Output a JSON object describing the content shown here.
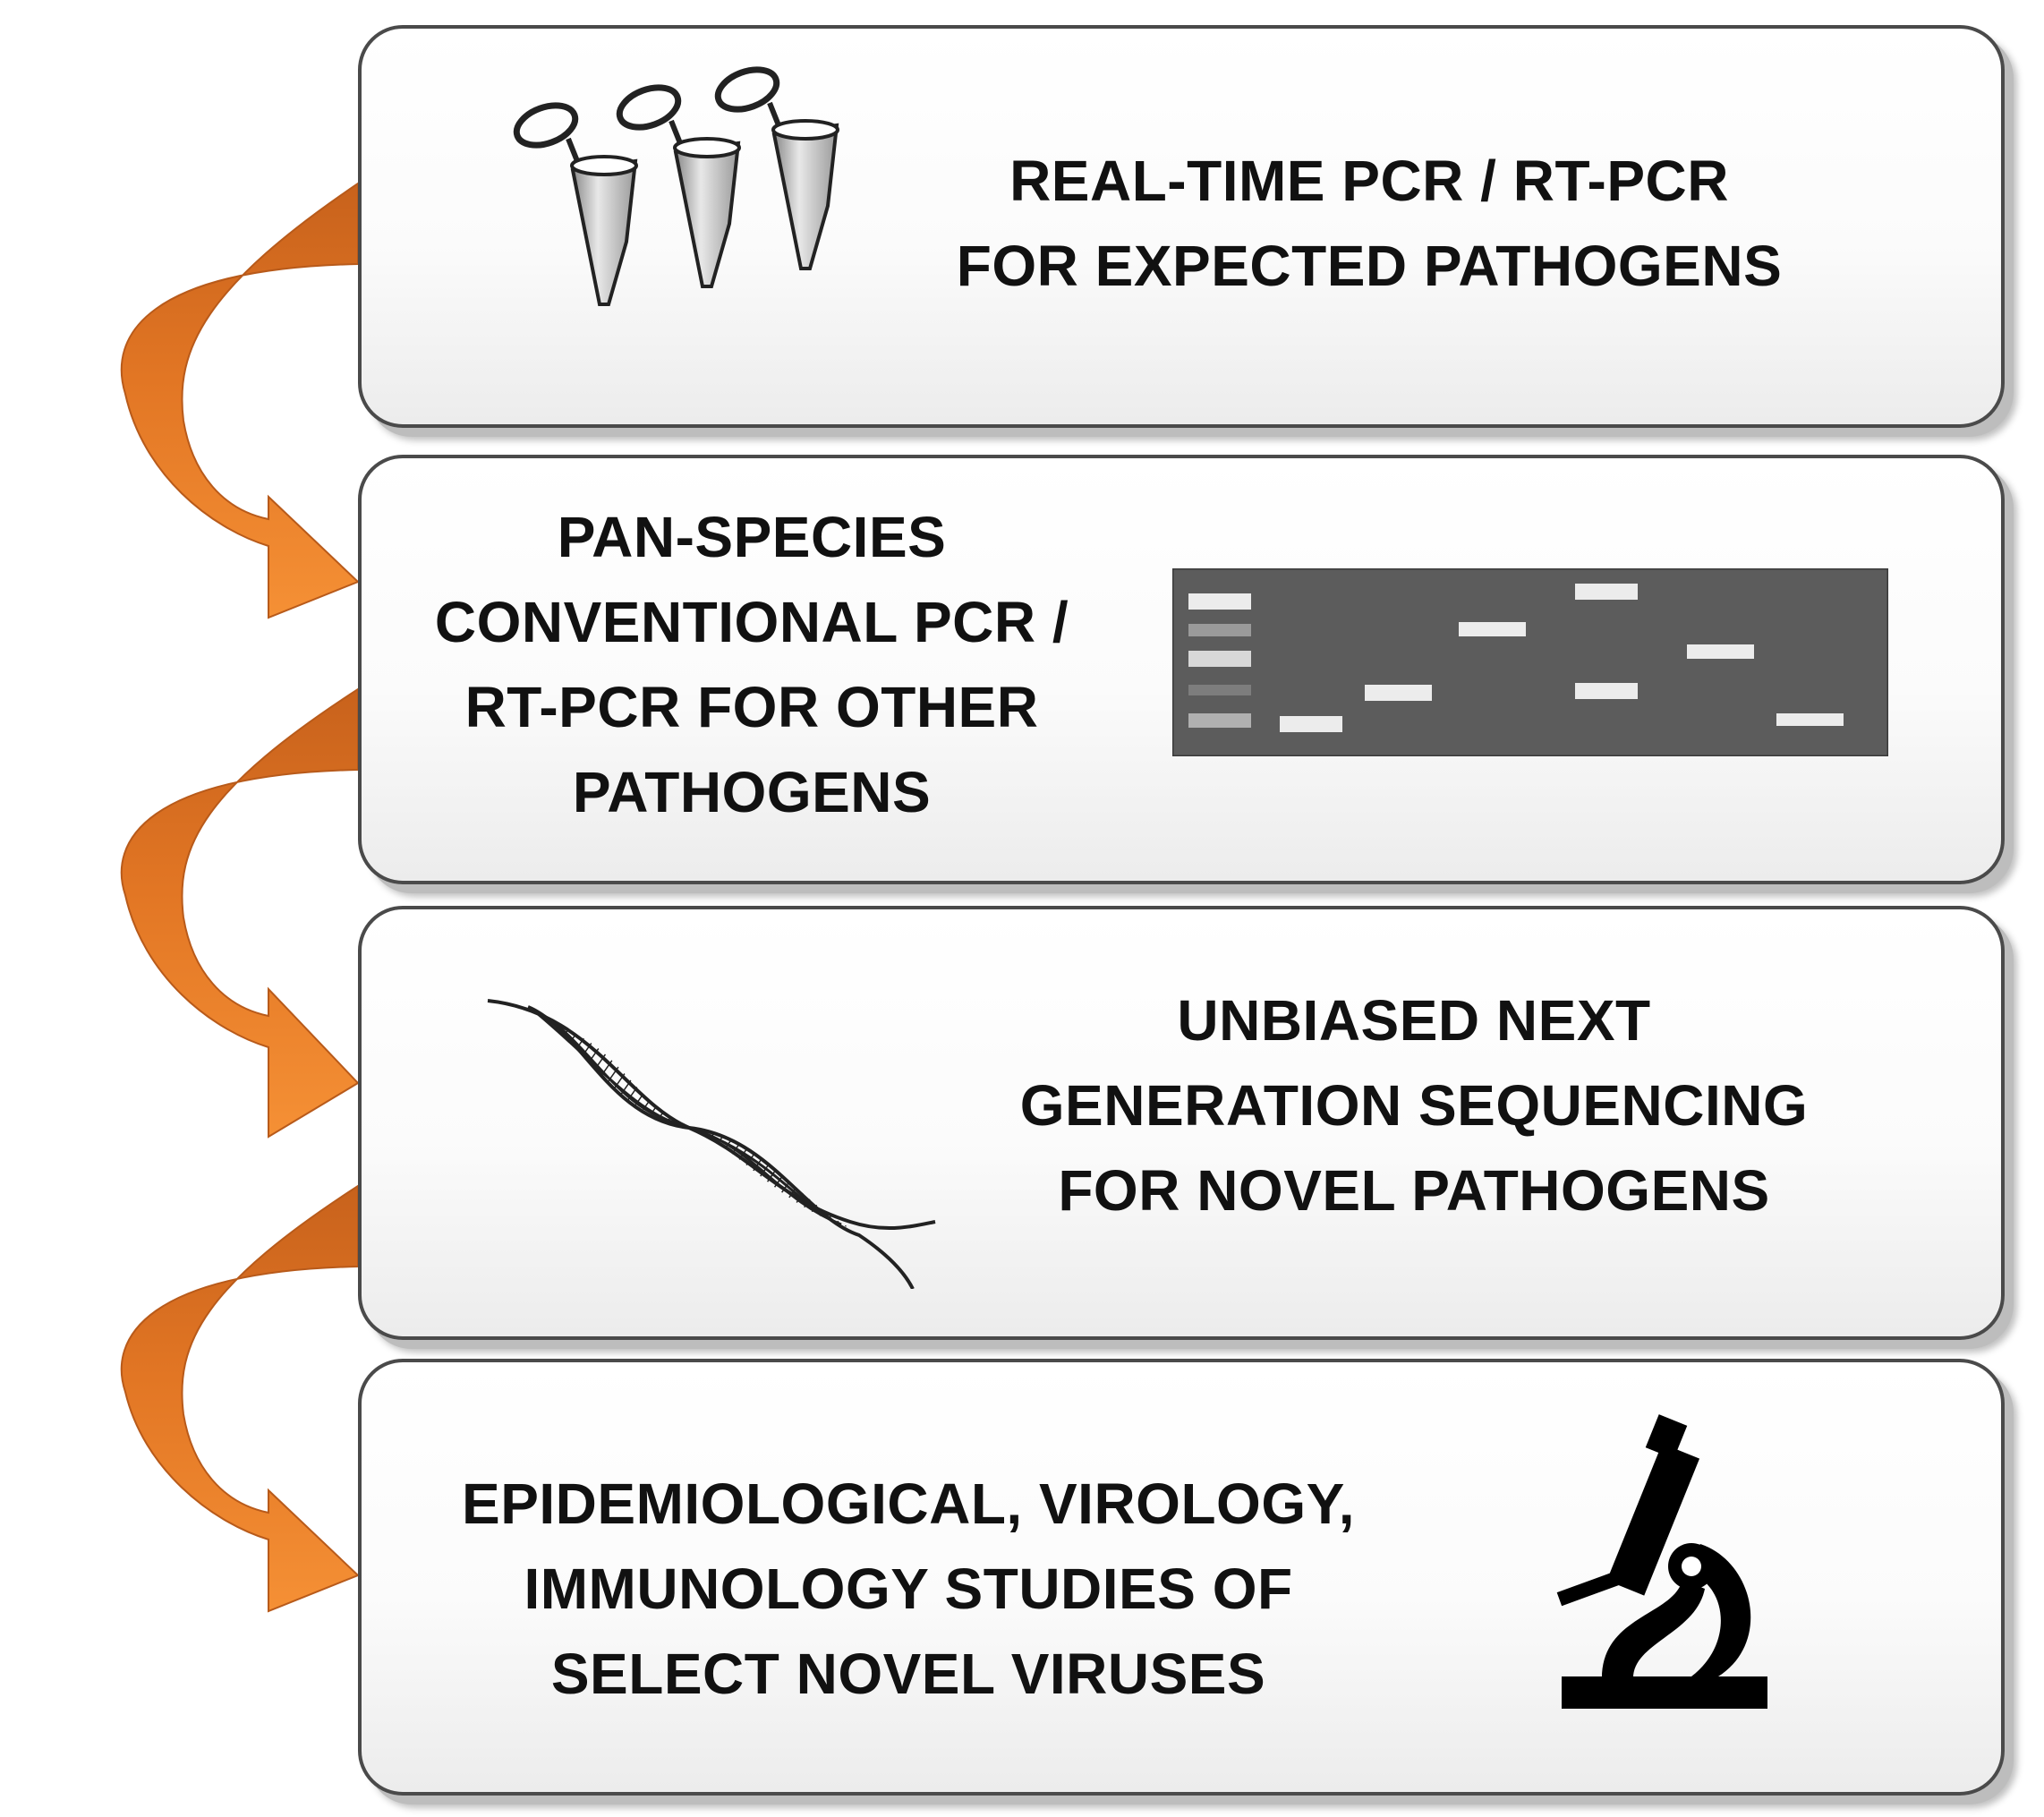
{
  "colors": {
    "arrow_fill": "#f08a2e",
    "arrow_dark": "#c8621c",
    "box_border": "#4a4a4a",
    "gel_background": "#5c5c5c",
    "gel_band": "#ececec"
  },
  "steps": [
    {
      "icon": "pcr-tubes-icon",
      "lines": [
        "REAL-TIME PCR / RT-PCR",
        "FOR EXPECTED PATHOGENS"
      ]
    },
    {
      "icon": "gel-electrophoresis-icon",
      "lines": [
        "PAN-SPECIES",
        "CONVENTIONAL PCR /",
        "RT-PCR FOR OTHER",
        "PATHOGENS"
      ]
    },
    {
      "icon": "dna-helix-icon",
      "lines": [
        "UNBIASED NEXT",
        "GENERATION SEQUENCING",
        "FOR NOVEL PATHOGENS"
      ]
    },
    {
      "icon": "microscope-icon",
      "lines": [
        "EPIDEMIOLOGICAL, VIROLOGY,",
        "IMMUNOLOGY STUDIES OF",
        "SELECT NOVEL VIRUSES"
      ]
    }
  ],
  "connectors": [
    {
      "from": 1,
      "to": 2,
      "icon": "curved-arrow-icon"
    },
    {
      "from": 2,
      "to": 3,
      "icon": "curved-arrow-icon"
    },
    {
      "from": 3,
      "to": 4,
      "icon": "curved-arrow-icon"
    }
  ]
}
